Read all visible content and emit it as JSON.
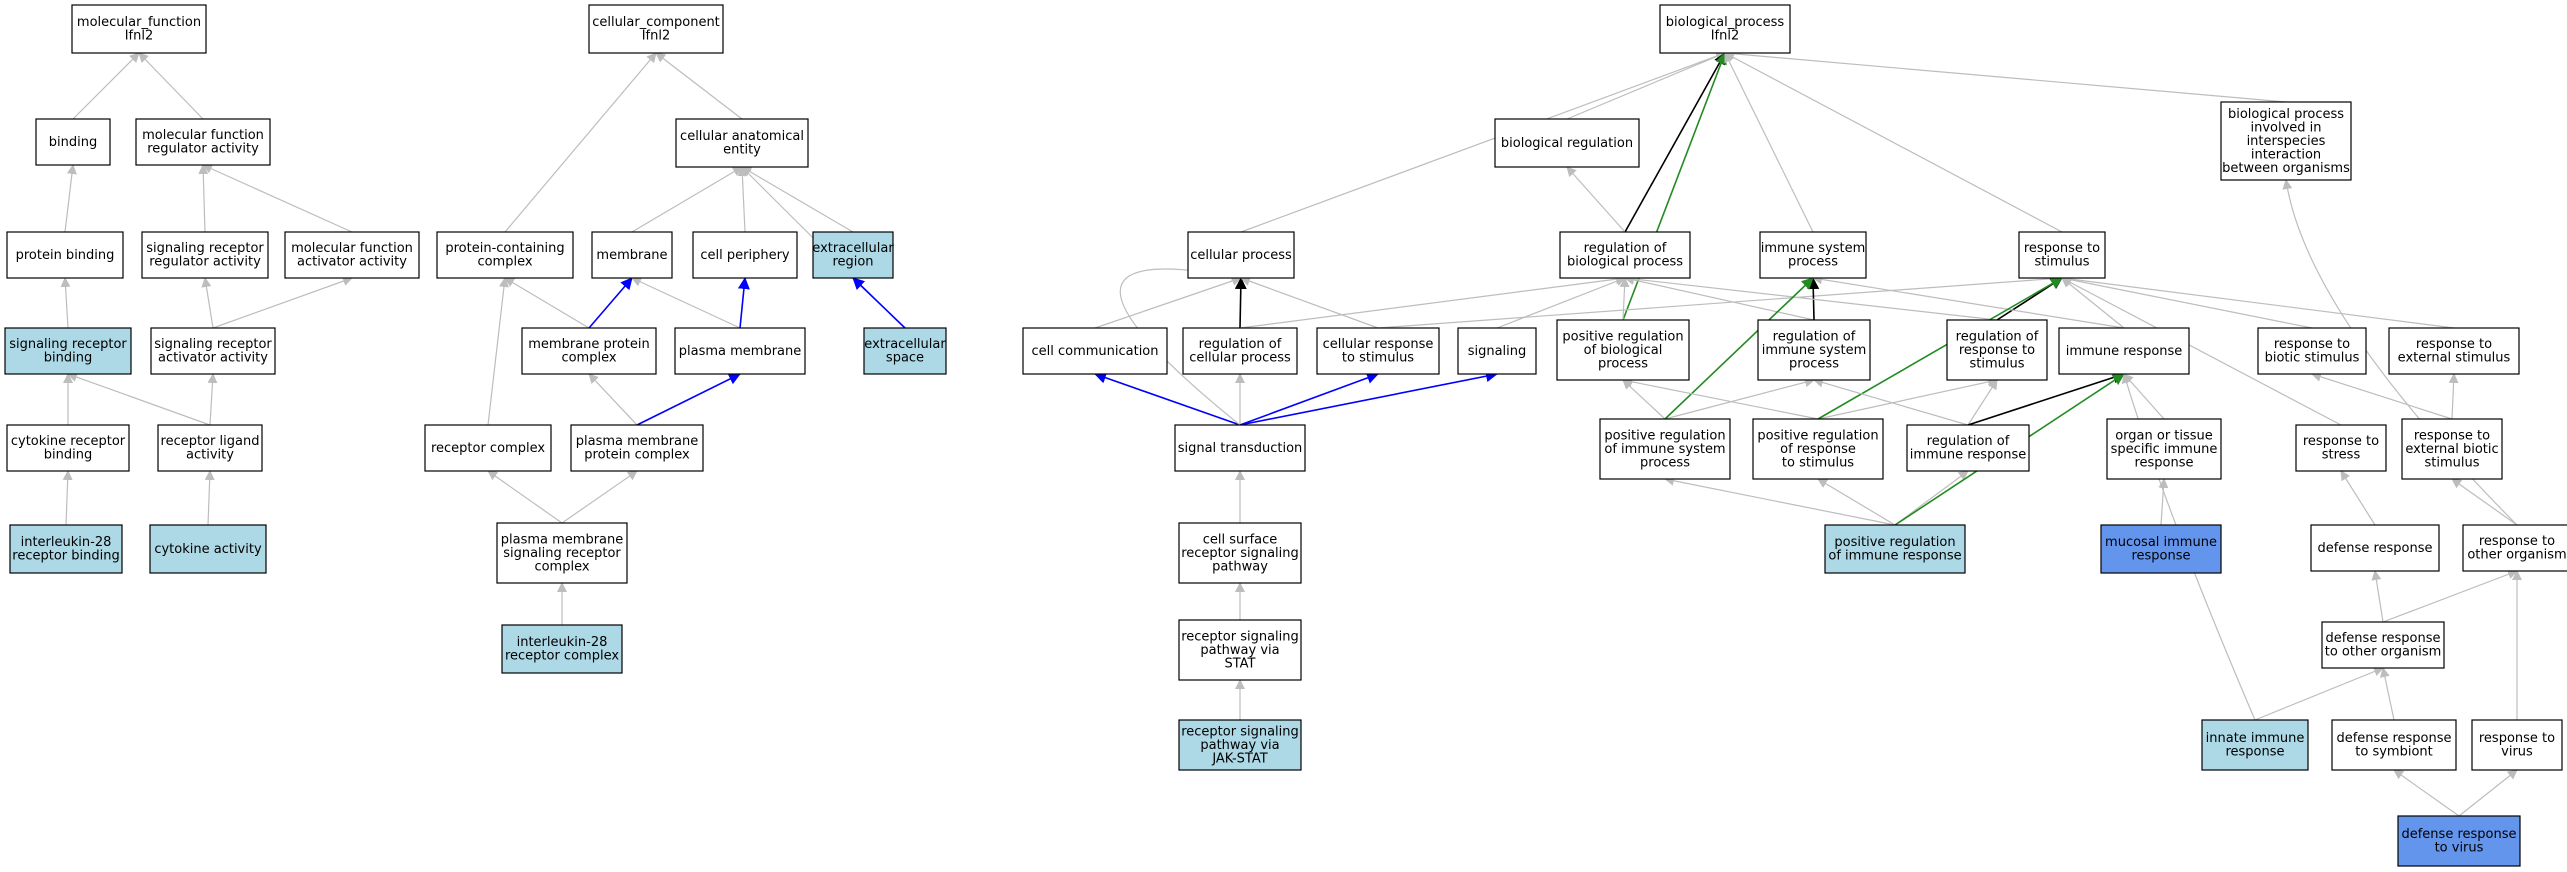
{
  "colors": {
    "default_fill": "#ffffff",
    "annotated_fill": "#add8e6",
    "highlight_fill": "#6495ed",
    "edge_gray": "#bdbdbd",
    "edge_black": "#000000",
    "edge_blue": "#0000ff",
    "edge_green": "#228b22"
  },
  "nodes": [
    {
      "id": "mf",
      "lines": [
        "molecular_function",
        "Ifnl2"
      ],
      "style": "default"
    },
    {
      "id": "binding",
      "lines": [
        "binding"
      ],
      "style": "default"
    },
    {
      "id": "mfra",
      "lines": [
        "molecular function",
        "regulator activity"
      ],
      "style": "default"
    },
    {
      "id": "protbind",
      "lines": [
        "protein binding"
      ],
      "style": "default"
    },
    {
      "id": "srra",
      "lines": [
        "signaling receptor",
        "regulator activity"
      ],
      "style": "default"
    },
    {
      "id": "mfaa",
      "lines": [
        "molecular function",
        "activator activity"
      ],
      "style": "default"
    },
    {
      "id": "srbind",
      "lines": [
        "signaling receptor",
        "binding"
      ],
      "style": "annotated"
    },
    {
      "id": "sraa",
      "lines": [
        "signaling receptor",
        "activator activity"
      ],
      "style": "default"
    },
    {
      "id": "crbind",
      "lines": [
        "cytokine receptor",
        "binding"
      ],
      "style": "default"
    },
    {
      "id": "rla",
      "lines": [
        "receptor ligand",
        "activity"
      ],
      "style": "default"
    },
    {
      "id": "il28rb",
      "lines": [
        "interleukin-28",
        "receptor binding"
      ],
      "style": "annotated"
    },
    {
      "id": "cytact",
      "lines": [
        "cytokine activity"
      ],
      "style": "annotated"
    },
    {
      "id": "cc",
      "lines": [
        "cellular_component",
        "Ifnl2"
      ],
      "style": "default"
    },
    {
      "id": "cae",
      "lines": [
        "cellular anatomical",
        "entity"
      ],
      "style": "default"
    },
    {
      "id": "pcc",
      "lines": [
        "protein-containing",
        "complex"
      ],
      "style": "default"
    },
    {
      "id": "membrane",
      "lines": [
        "membrane"
      ],
      "style": "default"
    },
    {
      "id": "cellper",
      "lines": [
        "cell periphery"
      ],
      "style": "default"
    },
    {
      "id": "ecregion",
      "lines": [
        "extracellular",
        "region"
      ],
      "style": "annotated"
    },
    {
      "id": "mpc",
      "lines": [
        "membrane protein",
        "complex"
      ],
      "style": "default"
    },
    {
      "id": "pm",
      "lines": [
        "plasma membrane"
      ],
      "style": "default"
    },
    {
      "id": "ecspace",
      "lines": [
        "extracellular",
        "space"
      ],
      "style": "annotated"
    },
    {
      "id": "rc",
      "lines": [
        "receptor complex"
      ],
      "style": "default"
    },
    {
      "id": "pmpc",
      "lines": [
        "plasma membrane",
        "protein complex"
      ],
      "style": "default"
    },
    {
      "id": "pmsrc",
      "lines": [
        "plasma membrane",
        "signaling receptor",
        "complex"
      ],
      "style": "default"
    },
    {
      "id": "il28rc",
      "lines": [
        "interleukin-28",
        "receptor complex"
      ],
      "style": "annotated"
    },
    {
      "id": "bp",
      "lines": [
        "biological_process",
        "Ifnl2"
      ],
      "style": "default"
    },
    {
      "id": "bioreg",
      "lines": [
        "biological regulation"
      ],
      "style": "default"
    },
    {
      "id": "bpinter",
      "lines": [
        "biological process",
        "involved in",
        "interspecies",
        "interaction",
        "between organisms"
      ],
      "style": "default"
    },
    {
      "id": "cellproc",
      "lines": [
        "cellular process"
      ],
      "style": "default"
    },
    {
      "id": "regbp",
      "lines": [
        "regulation of",
        "biological process"
      ],
      "style": "default"
    },
    {
      "id": "isp",
      "lines": [
        "immune system",
        "process"
      ],
      "style": "default"
    },
    {
      "id": "rts",
      "lines": [
        "response to",
        "stimulus"
      ],
      "style": "default"
    },
    {
      "id": "cellcomm",
      "lines": [
        "cell communication"
      ],
      "style": "default"
    },
    {
      "id": "regcp",
      "lines": [
        "regulation of",
        "cellular process"
      ],
      "style": "default"
    },
    {
      "id": "crs",
      "lines": [
        "cellular response",
        "to stimulus"
      ],
      "style": "default"
    },
    {
      "id": "signaling",
      "lines": [
        "signaling"
      ],
      "style": "default"
    },
    {
      "id": "posregbp",
      "lines": [
        "positive regulation",
        "of biological",
        "process"
      ],
      "style": "default"
    },
    {
      "id": "regisp",
      "lines": [
        "regulation of",
        "immune system",
        "process"
      ],
      "style": "default"
    },
    {
      "id": "regrts",
      "lines": [
        "regulation of",
        "response to",
        "stimulus"
      ],
      "style": "default"
    },
    {
      "id": "immresp",
      "lines": [
        "immune response"
      ],
      "style": "default"
    },
    {
      "id": "rtbs",
      "lines": [
        "response to",
        "biotic stimulus"
      ],
      "style": "default"
    },
    {
      "id": "rtes",
      "lines": [
        "response to",
        "external stimulus"
      ],
      "style": "default"
    },
    {
      "id": "sigtrans",
      "lines": [
        "signal transduction"
      ],
      "style": "default"
    },
    {
      "id": "posregisp",
      "lines": [
        "positive regulation",
        "of immune system",
        "process"
      ],
      "style": "default"
    },
    {
      "id": "posregrts",
      "lines": [
        "positive regulation",
        "of response",
        "to stimulus"
      ],
      "style": "default"
    },
    {
      "id": "regir",
      "lines": [
        "regulation of",
        "immune response"
      ],
      "style": "default"
    },
    {
      "id": "otsir",
      "lines": [
        "organ or tissue",
        "specific immune",
        "response"
      ],
      "style": "default"
    },
    {
      "id": "rtstress",
      "lines": [
        "response to",
        "stress"
      ],
      "style": "default"
    },
    {
      "id": "rtebs",
      "lines": [
        "response to",
        "external biotic",
        "stimulus"
      ],
      "style": "default"
    },
    {
      "id": "csrsp",
      "lines": [
        "cell surface",
        "receptor signaling",
        "pathway"
      ],
      "style": "default"
    },
    {
      "id": "posregir",
      "lines": [
        "positive regulation",
        "of immune response"
      ],
      "style": "annotated"
    },
    {
      "id": "mucosal",
      "lines": [
        "mucosal immune",
        "response"
      ],
      "style": "highlight"
    },
    {
      "id": "defresp",
      "lines": [
        "defense response"
      ],
      "style": "default"
    },
    {
      "id": "rtoo",
      "lines": [
        "response to",
        "other organism"
      ],
      "style": "default"
    },
    {
      "id": "rspstat",
      "lines": [
        "receptor signaling",
        "pathway via",
        "STAT"
      ],
      "style": "default"
    },
    {
      "id": "drtoo",
      "lines": [
        "defense response",
        "to other organism"
      ],
      "style": "default"
    },
    {
      "id": "rspjak",
      "lines": [
        "receptor signaling",
        "pathway via",
        "JAK-STAT"
      ],
      "style": "annotated"
    },
    {
      "id": "innate",
      "lines": [
        "innate immune",
        "response"
      ],
      "style": "annotated"
    },
    {
      "id": "drsym",
      "lines": [
        "defense response",
        "to symbiont"
      ],
      "style": "default"
    },
    {
      "id": "rtvirus",
      "lines": [
        "response to",
        "virus"
      ],
      "style": "default"
    },
    {
      "id": "drvirus",
      "lines": [
        "defense response",
        "to virus"
      ],
      "style": "highlight"
    }
  ],
  "edges": [
    {
      "from": "binding",
      "to": "mf",
      "kind": "is_a"
    },
    {
      "from": "mfra",
      "to": "mf",
      "kind": "is_a"
    },
    {
      "from": "protbind",
      "to": "binding",
      "kind": "is_a"
    },
    {
      "from": "srra",
      "to": "mfra",
      "kind": "is_a"
    },
    {
      "from": "mfaa",
      "to": "mfra",
      "kind": "is_a"
    },
    {
      "from": "srbind",
      "to": "protbind",
      "kind": "is_a"
    },
    {
      "from": "sraa",
      "to": "srra",
      "kind": "is_a"
    },
    {
      "from": "sraa",
      "to": "mfaa",
      "kind": "is_a"
    },
    {
      "from": "crbind",
      "to": "srbind",
      "kind": "is_a"
    },
    {
      "from": "rla",
      "to": "srbind",
      "kind": "is_a"
    },
    {
      "from": "rla",
      "to": "sraa",
      "kind": "is_a"
    },
    {
      "from": "il28rb",
      "to": "crbind",
      "kind": "is_a"
    },
    {
      "from": "cytact",
      "to": "rla",
      "kind": "is_a"
    },
    {
      "from": "pcc",
      "to": "cc",
      "kind": "is_a"
    },
    {
      "from": "cae",
      "to": "cc",
      "kind": "is_a"
    },
    {
      "from": "membrane",
      "to": "cae",
      "kind": "is_a"
    },
    {
      "from": "cellper",
      "to": "cae",
      "kind": "is_a"
    },
    {
      "from": "ecregion",
      "to": "cae",
      "kind": "is_a"
    },
    {
      "from": "ecspace",
      "to": "cae",
      "kind": "is_a"
    },
    {
      "from": "mpc",
      "to": "pcc",
      "kind": "is_a"
    },
    {
      "from": "mpc",
      "to": "membrane",
      "kind": "part_of"
    },
    {
      "from": "pm",
      "to": "membrane",
      "kind": "is_a"
    },
    {
      "from": "pm",
      "to": "cellper",
      "kind": "part_of"
    },
    {
      "from": "ecspace",
      "to": "ecregion",
      "kind": "part_of"
    },
    {
      "from": "rc",
      "to": "pcc",
      "kind": "is_a"
    },
    {
      "from": "pmpc",
      "to": "mpc",
      "kind": "is_a"
    },
    {
      "from": "pmpc",
      "to": "pm",
      "kind": "part_of"
    },
    {
      "from": "pmsrc",
      "to": "rc",
      "kind": "is_a"
    },
    {
      "from": "pmsrc",
      "to": "pmpc",
      "kind": "is_a"
    },
    {
      "from": "il28rc",
      "to": "pmsrc",
      "kind": "is_a"
    },
    {
      "from": "bioreg",
      "to": "bp",
      "kind": "is_a"
    },
    {
      "from": "bpinter",
      "to": "bp",
      "kind": "is_a"
    },
    {
      "from": "cellproc",
      "to": "bp",
      "kind": "is_a"
    },
    {
      "from": "regbp",
      "to": "bp",
      "kind": "regulates"
    },
    {
      "from": "regbp",
      "to": "bioreg",
      "kind": "is_a"
    },
    {
      "from": "posregbp",
      "to": "bp",
      "kind": "positively_regulates"
    },
    {
      "from": "isp",
      "to": "bp",
      "kind": "is_a"
    },
    {
      "from": "rts",
      "to": "bp",
      "kind": "is_a"
    },
    {
      "from": "cellcomm",
      "to": "cellproc",
      "kind": "is_a"
    },
    {
      "from": "regcp",
      "to": "cellproc",
      "kind": "regulates"
    },
    {
      "from": "regcp",
      "to": "regbp",
      "kind": "is_a"
    },
    {
      "from": "crs",
      "to": "cellproc",
      "kind": "is_a"
    },
    {
      "from": "crs",
      "to": "rts",
      "kind": "is_a"
    },
    {
      "from": "signaling",
      "to": "regbp",
      "kind": "is_a"
    },
    {
      "from": "posregbp",
      "to": "regbp",
      "kind": "is_a"
    },
    {
      "from": "regisp",
      "to": "regbp",
      "kind": "is_a"
    },
    {
      "from": "regisp",
      "to": "isp",
      "kind": "regulates"
    },
    {
      "from": "regrts",
      "to": "regbp",
      "kind": "is_a"
    },
    {
      "from": "regrts",
      "to": "rts",
      "kind": "regulates"
    },
    {
      "from": "immresp",
      "to": "isp",
      "kind": "is_a"
    },
    {
      "from": "immresp",
      "to": "rts",
      "kind": "is_a"
    },
    {
      "from": "rtbs",
      "to": "rts",
      "kind": "is_a"
    },
    {
      "from": "rtes",
      "to": "rts",
      "kind": "is_a"
    },
    {
      "from": "sigtrans",
      "to": "cellcomm",
      "kind": "part_of"
    },
    {
      "from": "sigtrans",
      "to": "regcp",
      "kind": "is_a"
    },
    {
      "from": "sigtrans",
      "to": "crs",
      "kind": "part_of"
    },
    {
      "from": "sigtrans",
      "to": "signaling",
      "kind": "part_of"
    },
    {
      "from": "sigtrans",
      "to": "cellproc",
      "kind": "is_a"
    },
    {
      "from": "posregisp",
      "to": "posregbp",
      "kind": "is_a"
    },
    {
      "from": "posregisp",
      "to": "regisp",
      "kind": "is_a"
    },
    {
      "from": "posregisp",
      "to": "isp",
      "kind": "positively_regulates"
    },
    {
      "from": "posregrts",
      "to": "posregbp",
      "kind": "is_a"
    },
    {
      "from": "posregrts",
      "to": "regrts",
      "kind": "is_a"
    },
    {
      "from": "posregrts",
      "to": "rts",
      "kind": "positively_regulates"
    },
    {
      "from": "regir",
      "to": "regisp",
      "kind": "is_a"
    },
    {
      "from": "regir",
      "to": "regrts",
      "kind": "is_a"
    },
    {
      "from": "regir",
      "to": "immresp",
      "kind": "regulates"
    },
    {
      "from": "otsir",
      "to": "immresp",
      "kind": "is_a"
    },
    {
      "from": "rtstress",
      "to": "rts",
      "kind": "is_a"
    },
    {
      "from": "rtebs",
      "to": "rtbs",
      "kind": "is_a"
    },
    {
      "from": "rtebs",
      "to": "rtes",
      "kind": "is_a"
    },
    {
      "from": "csrsp",
      "to": "sigtrans",
      "kind": "is_a"
    },
    {
      "from": "posregir",
      "to": "posregisp",
      "kind": "is_a"
    },
    {
      "from": "posregir",
      "to": "posregrts",
      "kind": "is_a"
    },
    {
      "from": "posregir",
      "to": "regir",
      "kind": "is_a"
    },
    {
      "from": "posregir",
      "to": "immresp",
      "kind": "positively_regulates"
    },
    {
      "from": "mucosal",
      "to": "otsir",
      "kind": "is_a"
    },
    {
      "from": "defresp",
      "to": "rtstress",
      "kind": "is_a"
    },
    {
      "from": "rtoo",
      "to": "bpinter",
      "kind": "is_a"
    },
    {
      "from": "rtoo",
      "to": "rtebs",
      "kind": "is_a"
    },
    {
      "from": "rspstat",
      "to": "csrsp",
      "kind": "is_a"
    },
    {
      "from": "drtoo",
      "to": "defresp",
      "kind": "is_a"
    },
    {
      "from": "drtoo",
      "to": "rtoo",
      "kind": "is_a"
    },
    {
      "from": "rspjak",
      "to": "rspstat",
      "kind": "is_a"
    },
    {
      "from": "innate",
      "to": "immresp",
      "kind": "is_a"
    },
    {
      "from": "innate",
      "to": "drtoo",
      "kind": "is_a"
    },
    {
      "from": "drsym",
      "to": "drtoo",
      "kind": "is_a"
    },
    {
      "from": "rtvirus",
      "to": "rtoo",
      "kind": "is_a"
    },
    {
      "from": "drvirus",
      "to": "drsym",
      "kind": "is_a"
    },
    {
      "from": "drvirus",
      "to": "rtvirus",
      "kind": "is_a"
    }
  ]
}
